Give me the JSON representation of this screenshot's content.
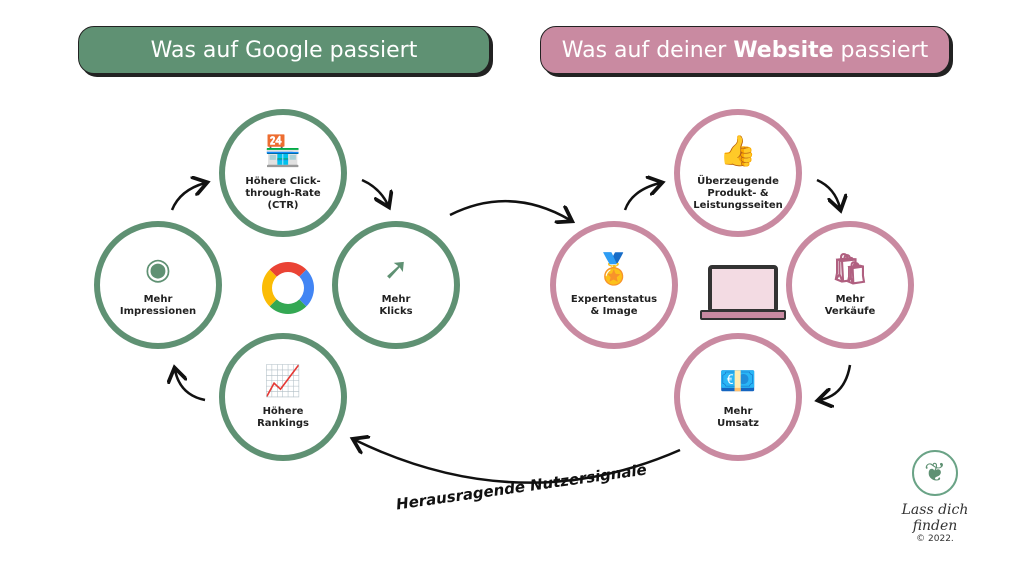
{
  "headers": {
    "google_prefix": "Was auf ",
    "google_brand": "Google",
    "google_suffix": " passiert",
    "website_prefix": "Was auf deiner ",
    "website_brand": "Website",
    "website_suffix": " passiert"
  },
  "google_cycle": [
    {
      "label": "Höhere Click-through-Rate (CTR)",
      "icon": "storefront-icon"
    },
    {
      "label": "Mehr Klicks",
      "icon": "cursor-icon"
    },
    {
      "label": "Höhere Rankings",
      "icon": "chart-icon"
    },
    {
      "label": "Mehr Impressionen",
      "icon": "eye-icon"
    }
  ],
  "website_cycle": [
    {
      "label": "Überzeugende Produkt- & Leistungsseiten",
      "icon": "thumbs-up-icon"
    },
    {
      "label": "Mehr Verkäufe",
      "icon": "shopping-bag-icon"
    },
    {
      "label": "Mehr Umsatz",
      "icon": "money-icon"
    },
    {
      "label": "Expertenstatus & Image",
      "icon": "medal-icon"
    }
  ],
  "bottom_label": "Herausragende Nutzersignale",
  "logo": {
    "text": "Lass dich finden",
    "copyright": "© 2022."
  },
  "colors": {
    "green": "#5f9173",
    "pink": "#c98aa1"
  }
}
